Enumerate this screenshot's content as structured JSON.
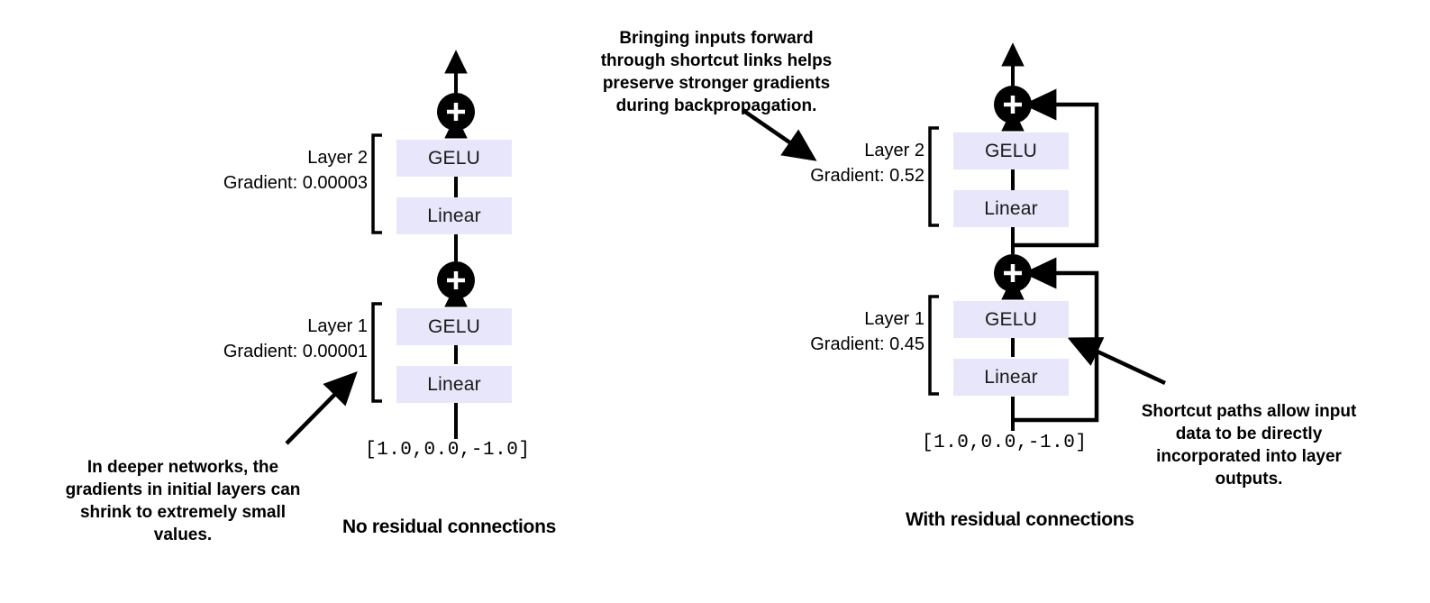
{
  "figure": {
    "title_left": "No residual connections",
    "title_right": "With residual connections",
    "input_vector": "[1.0,0.0,-1.0]"
  },
  "diagrams": [
    {
      "id": "no-residual",
      "caption": "No residual connections",
      "input_value": "[1.0,0.0,-1.0]",
      "layers": [
        {
          "name": "Layer 1",
          "gradient_label": "Gradient: 0.00001",
          "gradient_value": 1e-05,
          "blocks": [
            "Linear",
            "GELU"
          ]
        },
        {
          "name": "Layer 2",
          "gradient_label": "Gradient: 0.00003",
          "gradient_value": 3e-05,
          "blocks": [
            "Linear",
            "GELU"
          ]
        }
      ],
      "add_nodes": [
        "+",
        "+"
      ],
      "has_shortcuts": false
    },
    {
      "id": "with-residual",
      "caption": "With residual connections",
      "input_value": "[1.0,0.0,-1.0]",
      "layers": [
        {
          "name": "Layer 1",
          "gradient_label": "Gradient: 0.45",
          "gradient_value": 0.45,
          "blocks": [
            "Linear",
            "GELU"
          ]
        },
        {
          "name": "Layer 2",
          "gradient_label": "Gradient: 0.52",
          "gradient_value": 0.52,
          "blocks": [
            "Linear",
            "GELU"
          ]
        }
      ],
      "add_nodes": [
        "+",
        "+"
      ],
      "has_shortcuts": true
    }
  ],
  "annotations": [
    {
      "id": "vanishing-gradient-note",
      "text": "In deeper networks, the gradients in initial layers can shrink to extremely small values.",
      "lines": [
        "In deeper networks, the",
        "gradients in initial layers can",
        "shrink to extremely small",
        "values."
      ]
    },
    {
      "id": "shortcut-backprop-note",
      "text": "Bringing inputs forward through shortcut links helps preserve stronger gradients during backpropagation.",
      "lines": [
        "Bringing inputs forward",
        "through shortcut links helps",
        "preserve stronger gradients",
        "during backpropagation."
      ]
    },
    {
      "id": "shortcut-paths-note",
      "text": "Shortcut paths allow input data to be directly incorporated into layer outputs.",
      "lines": [
        "Shortcut paths allow input",
        "data to be directly",
        "incorporated into layer",
        "outputs."
      ]
    }
  ],
  "labels": {
    "layer1_left_name": "Layer 1",
    "layer1_left_grad": "Gradient: 0.00001",
    "layer2_left_name": "Layer 2",
    "layer2_left_grad": "Gradient: 0.00003",
    "layer1_right_name": "Layer 1",
    "layer1_right_grad": "Gradient: 0.45",
    "layer2_right_name": "Layer 2",
    "layer2_right_grad": "Gradient: 0.52",
    "block_linear": "Linear",
    "block_gelu": "GELU",
    "plus": "+"
  },
  "colors": {
    "block_fill": "#e8e6fa",
    "line": "#000000",
    "node_fill": "#000000",
    "node_glyph": "#ffffff",
    "background": "#ffffff",
    "text": "#000000"
  }
}
